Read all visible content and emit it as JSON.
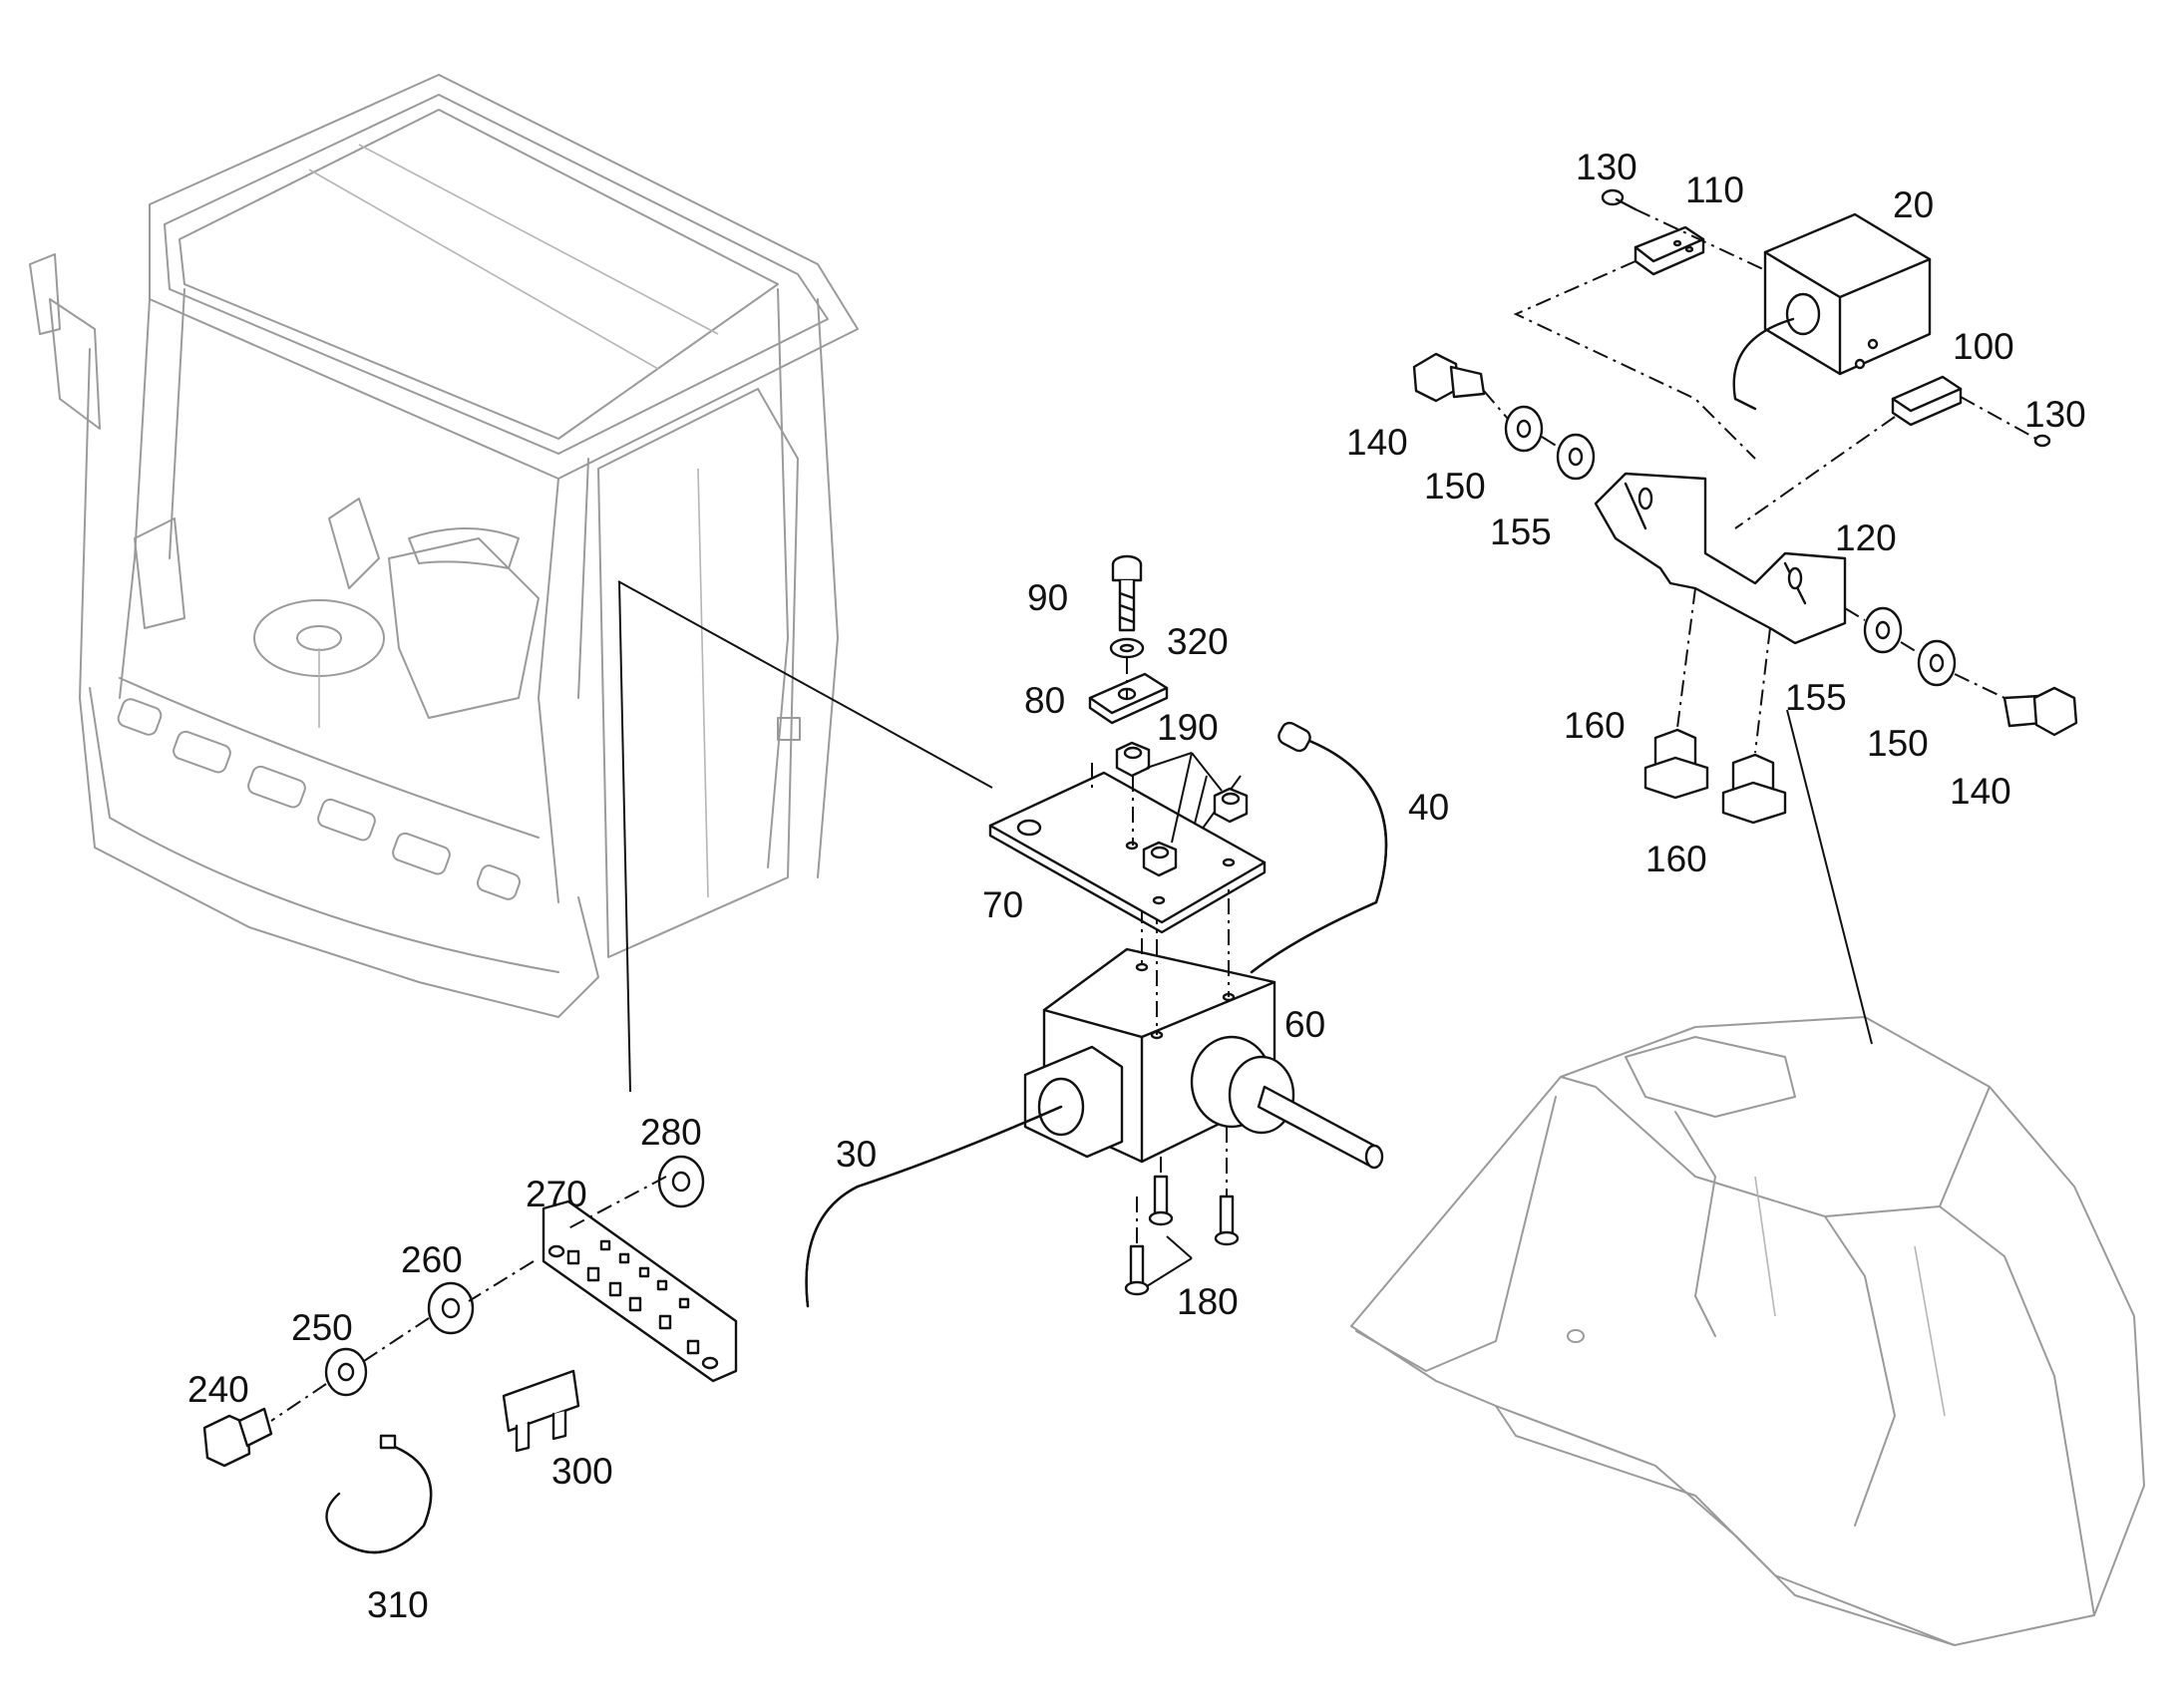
{
  "diagram": {
    "labels": {
      "p20": "20",
      "p30": "30",
      "p40": "40",
      "p60": "60",
      "p70": "70",
      "p80": "80",
      "p90": "90",
      "p100": "100",
      "p110": "110",
      "p120": "120",
      "p130a": "130",
      "p130b": "130",
      "p140a": "140",
      "p140b": "140",
      "p150a": "150",
      "p150b": "150",
      "p155a": "155",
      "p155b": "155",
      "p160a": "160",
      "p160b": "160",
      "p180": "180",
      "p190": "190",
      "p240": "240",
      "p250": "250",
      "p260": "260",
      "p270": "270",
      "p280": "280",
      "p300": "300",
      "p310": "310",
      "p320": "320"
    }
  }
}
